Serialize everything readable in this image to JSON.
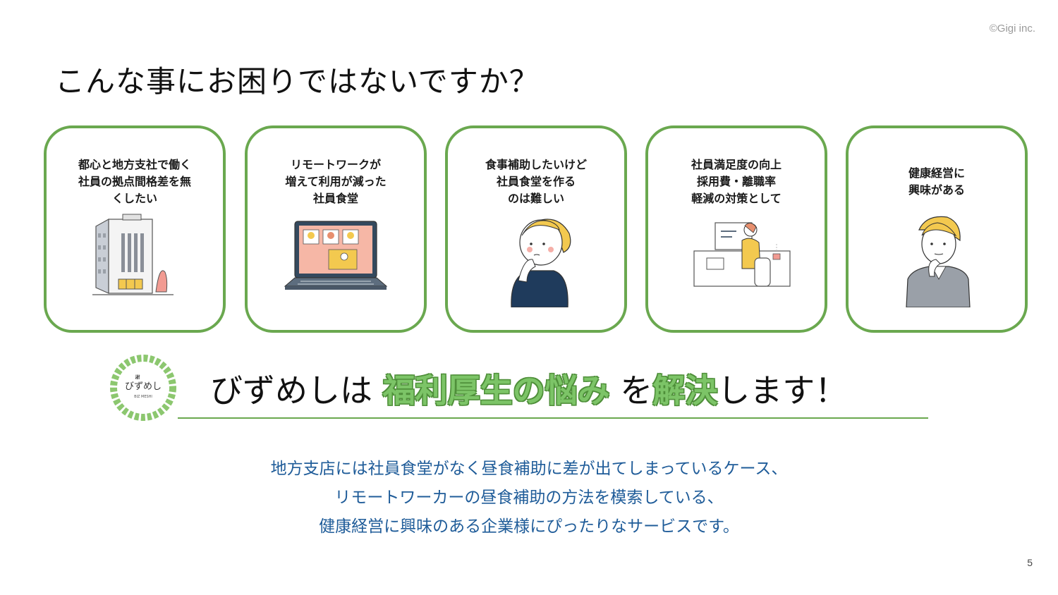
{
  "copyright": "©Gigi inc.",
  "title": "こんな事にお困りではないですか？",
  "cards": [
    {
      "text": "都心と地方支社で働く\n社員の拠点間格差を無\nくしたい",
      "illustration": "office-building-illustration"
    },
    {
      "text": "リモートワークが\n増えて利用が減った\n社員食堂",
      "illustration": "laptop-video-call-illustration"
    },
    {
      "text": "食事補助したいけど\n社員食堂を作る\nのは難しい",
      "illustration": "thinking-woman-illustration"
    },
    {
      "text": "社員満足度の向上\n採用費・離職率\n軽減の対策として",
      "illustration": "desk-worker-illustration"
    },
    {
      "text": "健康経営に\n興味がある",
      "illustration": "businessman-thinking-illustration"
    }
  ],
  "logo": {
    "text": "びずめし",
    "sub": "BIZ MESHI"
  },
  "headline": {
    "part1": "びずめしは ",
    "highlight1": "福利厚生の悩み",
    "part2": " を",
    "highlight2": "解決",
    "part3": "します！"
  },
  "description": [
    "地方支店には社員食堂がなく昼食補助に差が出てしまっているケース、",
    "リモートワーカーの昼食補助の方法を模索している、",
    "健康経営に興味のある企業様にぴったりなサービスです。"
  ],
  "page_number": "5",
  "colors": {
    "accent_green": "#6aa84f",
    "text_blue": "#1f5c99",
    "highlight_green": "#7cc467"
  }
}
